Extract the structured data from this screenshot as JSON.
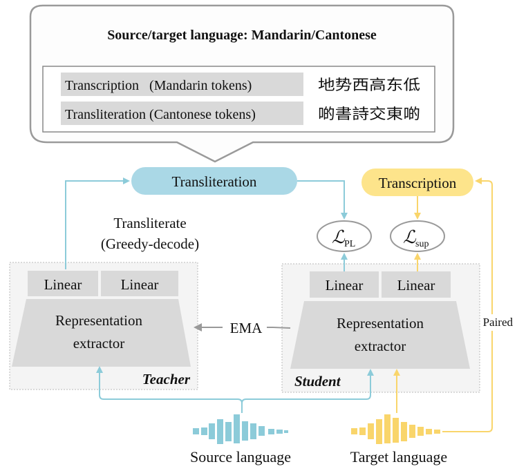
{
  "callout": {
    "title": "Source/target language: Mandarin/Cantonese",
    "rows": [
      {
        "label": "Transcription   (Mandarin tokens)",
        "tokens": "地势西高东低"
      },
      {
        "label": "Transliteration (Cantonese tokens)",
        "tokens": "啲書詩交東啲"
      }
    ]
  },
  "pills": {
    "transliteration": "Transliteration",
    "transcription": "Transcription"
  },
  "losses": {
    "pl": {
      "symbol": "ℒ",
      "sub": "PL"
    },
    "sup": {
      "symbol": "ℒ",
      "sub": "sup"
    }
  },
  "teacher": {
    "op_line1": "Transliterate",
    "op_line2": "(Greedy-decode)",
    "linear_1": "Linear",
    "linear_2": "Linear",
    "extractor_line1": "Representation",
    "extractor_line2": "extractor",
    "name": "Teacher"
  },
  "student": {
    "linear_1": "Linear",
    "linear_2": "Linear",
    "extractor_line1": "Representation",
    "extractor_line2": "extractor",
    "name": "Student"
  },
  "ema_label": "EMA",
  "paired_label": "Paired",
  "inputs": {
    "source": "Source language",
    "target": "Target language"
  },
  "colors": {
    "blue": "#8ccbd9",
    "blue_fill": "#aad8e6",
    "yellow": "#f9d56b",
    "yellow_fill": "#fde48b",
    "gray_fill": "#d9d9d9",
    "panel_fill": "#f4f4f4"
  }
}
